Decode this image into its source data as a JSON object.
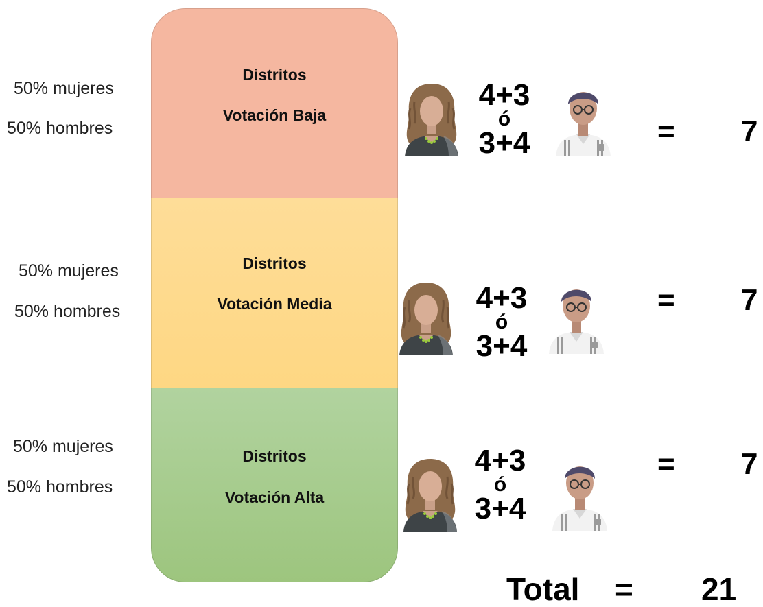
{
  "rows": [
    {
      "pct_women": "50% mujeres",
      "pct_men": "50% hombres",
      "label_top": "Distritos",
      "label_bottom": "Votación Baja",
      "formula_a": "4+3",
      "formula_or": "ó",
      "formula_b": "3+4",
      "equals": "=",
      "result": "7"
    },
    {
      "pct_women": "50% mujeres",
      "pct_men": "50% hombres",
      "label_top": "Distritos",
      "label_bottom": "Votación Media",
      "formula_a": "4+3",
      "formula_or": "ó",
      "formula_b": "3+4",
      "equals": "=",
      "result": "7"
    },
    {
      "pct_women": "50% mujeres",
      "pct_men": "50% hombres",
      "label_top": "Distritos",
      "label_bottom": "Votación Alta",
      "formula_a": "4+3",
      "formula_or": "ó",
      "formula_b": "3+4",
      "equals": "=",
      "result": "7"
    }
  ],
  "total": {
    "label": "Total",
    "equals": "=",
    "value": "21"
  },
  "colors": {
    "low": "#F5B7A0",
    "medium": "#FED98A",
    "high": "#A6CC8A"
  },
  "icons": {
    "woman": "woman-avatar-icon",
    "man": "man-avatar-icon"
  }
}
